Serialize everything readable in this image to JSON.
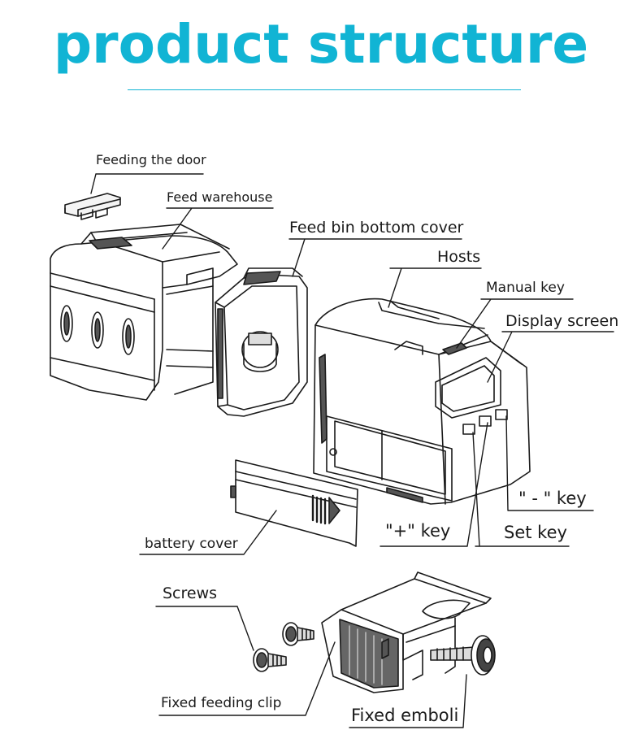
{
  "title": "product structure",
  "colors": {
    "accent": "#11b4d4",
    "line": "#1a1a1a"
  },
  "labels": {
    "feeding_door": "Feeding the door",
    "feed_warehouse": "Feed warehouse",
    "feed_bin_bottom_cover": "Feed bin bottom cover",
    "hosts": "Hosts",
    "manual_key": "Manual key",
    "display_screen": "Display screen",
    "minus_key": "\" - \" key",
    "plus_key": "\"+\" key",
    "set_key": "Set key",
    "battery_cover": "battery cover",
    "screws": "Screws",
    "fixed_feeding_clip": "Fixed feeding clip",
    "fixed_emboli": "Fixed emboli"
  }
}
